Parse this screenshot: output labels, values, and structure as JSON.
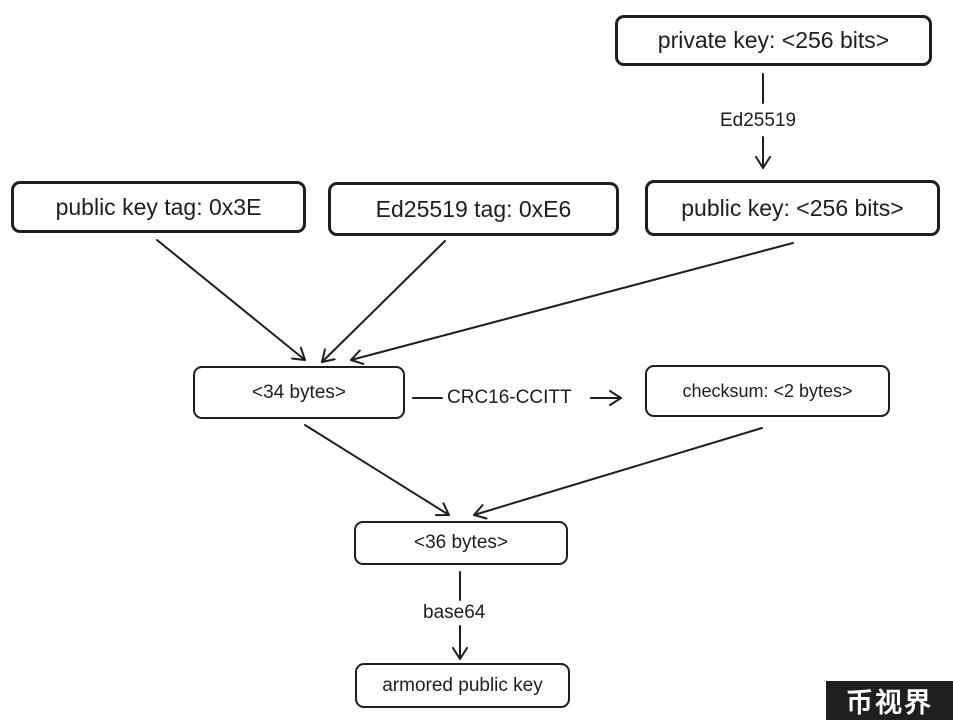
{
  "nodes": {
    "private_key": "private key: <256 bits>",
    "public_key_tag": "public key tag: 0x3E",
    "ed25519_tag": "Ed25519 tag: 0xE6",
    "public_key": "public key: <256 bits>",
    "bytes34": "<34 bytes>",
    "checksum": "checksum: <2 bytes>",
    "bytes36": "<36 bytes>",
    "armored": "armored public key"
  },
  "edge_labels": {
    "ed25519": "Ed25519",
    "crc": "CRC16-CCITT",
    "base64": "base64"
  },
  "watermark": "币视界",
  "colors": {
    "stroke": "#1e1e1e",
    "background": "#ffffff",
    "watermark_bg": "#1f1f1f"
  }
}
